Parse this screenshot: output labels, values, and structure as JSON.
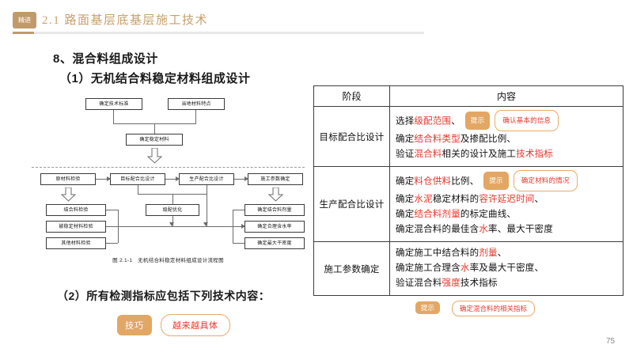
{
  "header": {
    "badge_label": "精进",
    "title": "2.1 路面基层底基层施工技术",
    "accent_color": "#C19A6B"
  },
  "headings": {
    "main": "8、混合料组成设计",
    "sub": "（1）无机结合料稳定材料组成设计"
  },
  "flowchart": {
    "caption": "图 2.1-1　无机结合料稳定材料组成设计流程图",
    "nodes": {
      "n1": "确定技术标准",
      "n2": "当地材料特点",
      "n3": "确定稳定材料",
      "n4": "原材料检验",
      "n5": "目标配合比设计",
      "n6": "生产配合比设计",
      "n7": "施工参数确定",
      "n8": "结合料检验",
      "n9": "被稳定材料检验",
      "n10": "其他材料检验",
      "n11": "级配优化",
      "n12": "确定结合料剂量",
      "n13": "确定合理含水率",
      "n14": "确定最大干密度"
    }
  },
  "table": {
    "headers": {
      "stage": "阶段",
      "content": "内容"
    },
    "rows": [
      {
        "stage": "目标配合比设计",
        "lines": [
          [
            {
              "t": "选择",
              "c": "black"
            },
            {
              "t": "级配范围",
              "c": "red"
            },
            {
              "t": "、",
              "c": "black"
            }
          ],
          [
            {
              "t": "确定",
              "c": "black"
            },
            {
              "t": "结合料类型",
              "c": "red"
            },
            {
              "t": "及掺配比例、",
              "c": "black"
            }
          ],
          [
            {
              "t": "验证",
              "c": "black"
            },
            {
              "t": "混合料",
              "c": "red"
            },
            {
              "t": "相关的设计及施工",
              "c": "black"
            },
            {
              "t": "技术指标",
              "c": "red"
            }
          ]
        ],
        "hint_badge": "提示",
        "hint_tag": "确认基本的信息"
      },
      {
        "stage": "生产配合比设计",
        "lines": [
          [
            {
              "t": "确定",
              "c": "black"
            },
            {
              "t": "料仓供料",
              "c": "red"
            },
            {
              "t": "比例、",
              "c": "black"
            }
          ],
          [
            {
              "t": "确定",
              "c": "black"
            },
            {
              "t": "水泥",
              "c": "red"
            },
            {
              "t": "稳定材料的",
              "c": "black"
            },
            {
              "t": "容许延迟时间",
              "c": "red"
            },
            {
              "t": "、",
              "c": "black"
            }
          ],
          [
            {
              "t": "确定",
              "c": "black"
            },
            {
              "t": "结合料剂量",
              "c": "red"
            },
            {
              "t": "的标定曲线、",
              "c": "black"
            }
          ],
          [
            {
              "t": "确定混合料的最佳含",
              "c": "black"
            },
            {
              "t": "水",
              "c": "red"
            },
            {
              "t": "率、最大干密度",
              "c": "black"
            }
          ]
        ],
        "hint_badge": "提示",
        "hint_tag": "确定材料的情况"
      },
      {
        "stage": "施工参数确定",
        "lines": [
          [
            {
              "t": "确定施工中结合料的",
              "c": "black"
            },
            {
              "t": "剂量",
              "c": "red"
            },
            {
              "t": "、",
              "c": "black"
            }
          ],
          [
            {
              "t": "确定施工合理含",
              "c": "black"
            },
            {
              "t": "水",
              "c": "red"
            },
            {
              "t": "率及最大干密度、",
              "c": "black"
            }
          ],
          [
            {
              "t": "验证混合料",
              "c": "black"
            },
            {
              "t": "强度",
              "c": "red"
            },
            {
              "t": "技术指标",
              "c": "black"
            }
          ]
        ],
        "hint_badge": null,
        "hint_tag": null
      }
    ],
    "footer_hint_badge": "提示",
    "footer_hint_tag": "确定混合料的相关指标"
  },
  "bottom": {
    "line": "（2）所有检测指标应包括下列技术内容：",
    "tag_skill": "技巧",
    "tag_outline": "越来越具体"
  },
  "page_number": "75"
}
